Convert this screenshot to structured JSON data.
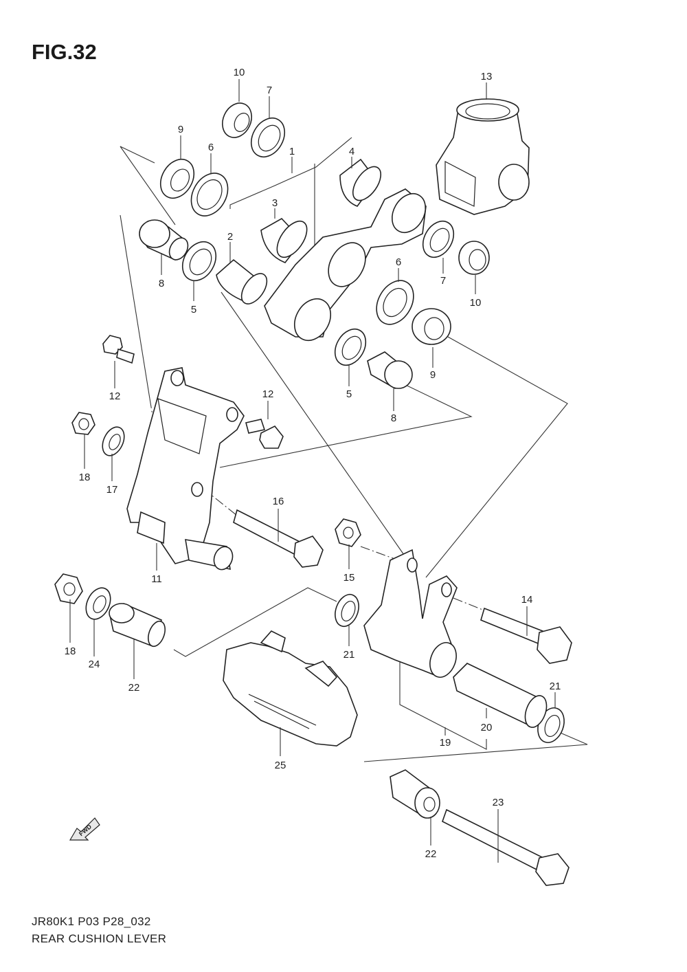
{
  "figure": {
    "title": "FIG.32",
    "code": "JR80K1 P03 P28_032",
    "name": "REAR CUSHION LEVER",
    "fwd_label": "FWD"
  },
  "parts": [
    {
      "id": "p10a",
      "label": "10"
    },
    {
      "id": "p7a",
      "label": "7"
    },
    {
      "id": "p9a",
      "label": "9"
    },
    {
      "id": "p6a",
      "label": "6"
    },
    {
      "id": "p1",
      "label": "1"
    },
    {
      "id": "p4",
      "label": "4"
    },
    {
      "id": "p13",
      "label": "13"
    },
    {
      "id": "p3",
      "label": "3"
    },
    {
      "id": "p2",
      "label": "2"
    },
    {
      "id": "p8a",
      "label": "8"
    },
    {
      "id": "p5a",
      "label": "5"
    },
    {
      "id": "p7b",
      "label": "7"
    },
    {
      "id": "p10b",
      "label": "10"
    },
    {
      "id": "p6b",
      "label": "6"
    },
    {
      "id": "p9b",
      "label": "9"
    },
    {
      "id": "p5b",
      "label": "5"
    },
    {
      "id": "p8b",
      "label": "8"
    },
    {
      "id": "p12a",
      "label": "12"
    },
    {
      "id": "p12b",
      "label": "12"
    },
    {
      "id": "p18a",
      "label": "18"
    },
    {
      "id": "p17",
      "label": "17"
    },
    {
      "id": "p16",
      "label": "16"
    },
    {
      "id": "p11",
      "label": "11"
    },
    {
      "id": "p15",
      "label": "15"
    },
    {
      "id": "p14",
      "label": "14"
    },
    {
      "id": "p18b",
      "label": "18"
    },
    {
      "id": "p24",
      "label": "24"
    },
    {
      "id": "p22a",
      "label": "22"
    },
    {
      "id": "p21a",
      "label": "21"
    },
    {
      "id": "p21b",
      "label": "21"
    },
    {
      "id": "p20",
      "label": "20"
    },
    {
      "id": "p19",
      "label": "19"
    },
    {
      "id": "p25",
      "label": "25"
    },
    {
      "id": "p23",
      "label": "23"
    },
    {
      "id": "p22b",
      "label": "22"
    }
  ]
}
